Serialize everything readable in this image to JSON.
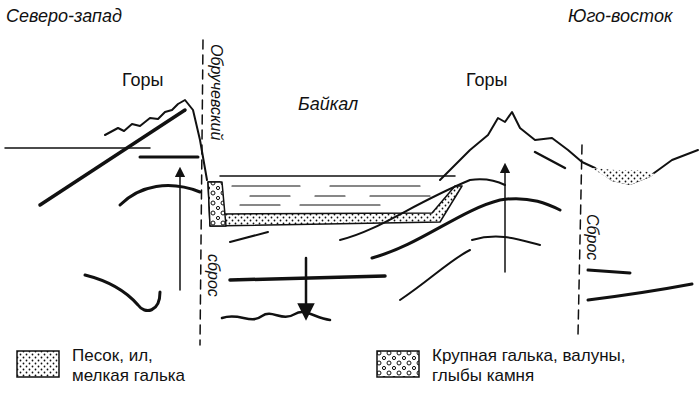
{
  "diagram": {
    "labels": [
      "Северо-запад",
      "Юго-восток",
      "Горы",
      "Обручевский",
      "Байкал",
      "Горы",
      "сброс",
      "Сброс"
    ],
    "legend": [
      {
        "text": "Песок, ил, мелкая галька"
      },
      {
        "text": "Крупная галька, валуны, глыбы камня"
      }
    ]
  }
}
